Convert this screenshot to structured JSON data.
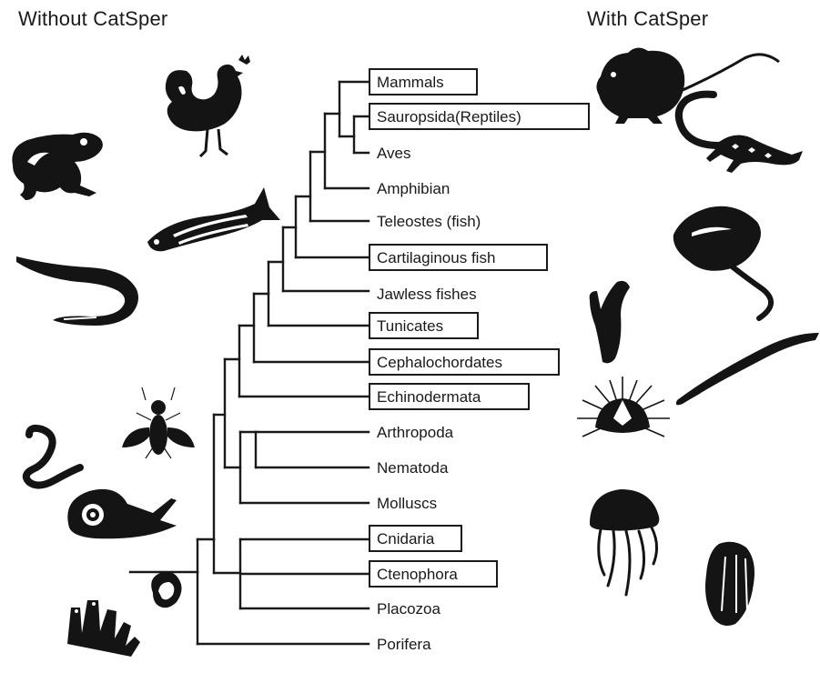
{
  "headings": {
    "without": "Without CatSper",
    "with": "With CatSper"
  },
  "taxa": [
    {
      "label": "Mammals",
      "has_catsper": true
    },
    {
      "label": "Sauropsida(Reptiles)",
      "has_catsper": true
    },
    {
      "label": "Aves",
      "has_catsper": false
    },
    {
      "label": "Amphibian",
      "has_catsper": false
    },
    {
      "label": "Teleostes (fish)",
      "has_catsper": false
    },
    {
      "label": "Cartilaginous fish",
      "has_catsper": true
    },
    {
      "label": "Jawless fishes",
      "has_catsper": false
    },
    {
      "label": "Tunicates",
      "has_catsper": true
    },
    {
      "label": "Cephalochordates",
      "has_catsper": true
    },
    {
      "label": "Echinodermata",
      "has_catsper": true
    },
    {
      "label": "Arthropoda",
      "has_catsper": false
    },
    {
      "label": "Nematoda",
      "has_catsper": false
    },
    {
      "label": "Molluscs",
      "has_catsper": false
    },
    {
      "label": "Cnidaria",
      "has_catsper": true
    },
    {
      "label": "Ctenophora",
      "has_catsper": true
    },
    {
      "label": "Placozoa",
      "has_catsper": false
    },
    {
      "label": "Porifera",
      "has_catsper": false
    }
  ],
  "illustrations_without": [
    "rooster-icon",
    "frog-icon",
    "zebrafish-icon",
    "lamprey-icon",
    "fly-icon",
    "nematode-icon",
    "snail-icon",
    "placozoa-icon",
    "sponge-icon"
  ],
  "illustrations_with": [
    "mouse-icon",
    "lizard-icon",
    "stingray-icon",
    "tunicate-icon",
    "lancelet-icon",
    "sea-urchin-icon",
    "jellyfish-icon",
    "ctenophore-icon"
  ]
}
